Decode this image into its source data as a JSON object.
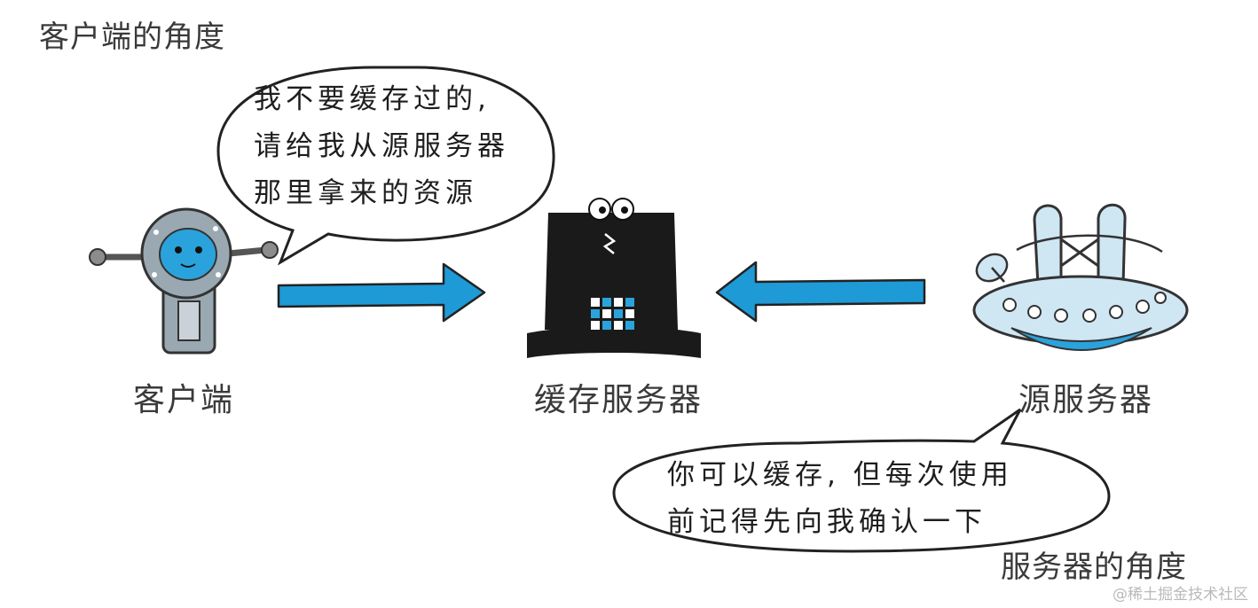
{
  "headings": {
    "client_view": "客户端的角度",
    "server_view": "服务器的角度"
  },
  "nodes": {
    "client": "客户端",
    "cache_server": "缓存服务器",
    "origin_server": "源服务器"
  },
  "bubbles": {
    "client": [
      "我不要缓存过的,",
      "请给我从源服务器",
      "那里拿来的资源"
    ],
    "server": [
      "你可以缓存, 但每次使用",
      "前记得先向我确认一下"
    ]
  },
  "watermark": "@稀土掘金技术社区",
  "colors": {
    "arrow": "#1e9ad6",
    "robot_face": "#2aa3dc",
    "robot_body": "#9aa8b2",
    "hat": "#1a1a1a",
    "ufo": "#cfe6f3"
  }
}
